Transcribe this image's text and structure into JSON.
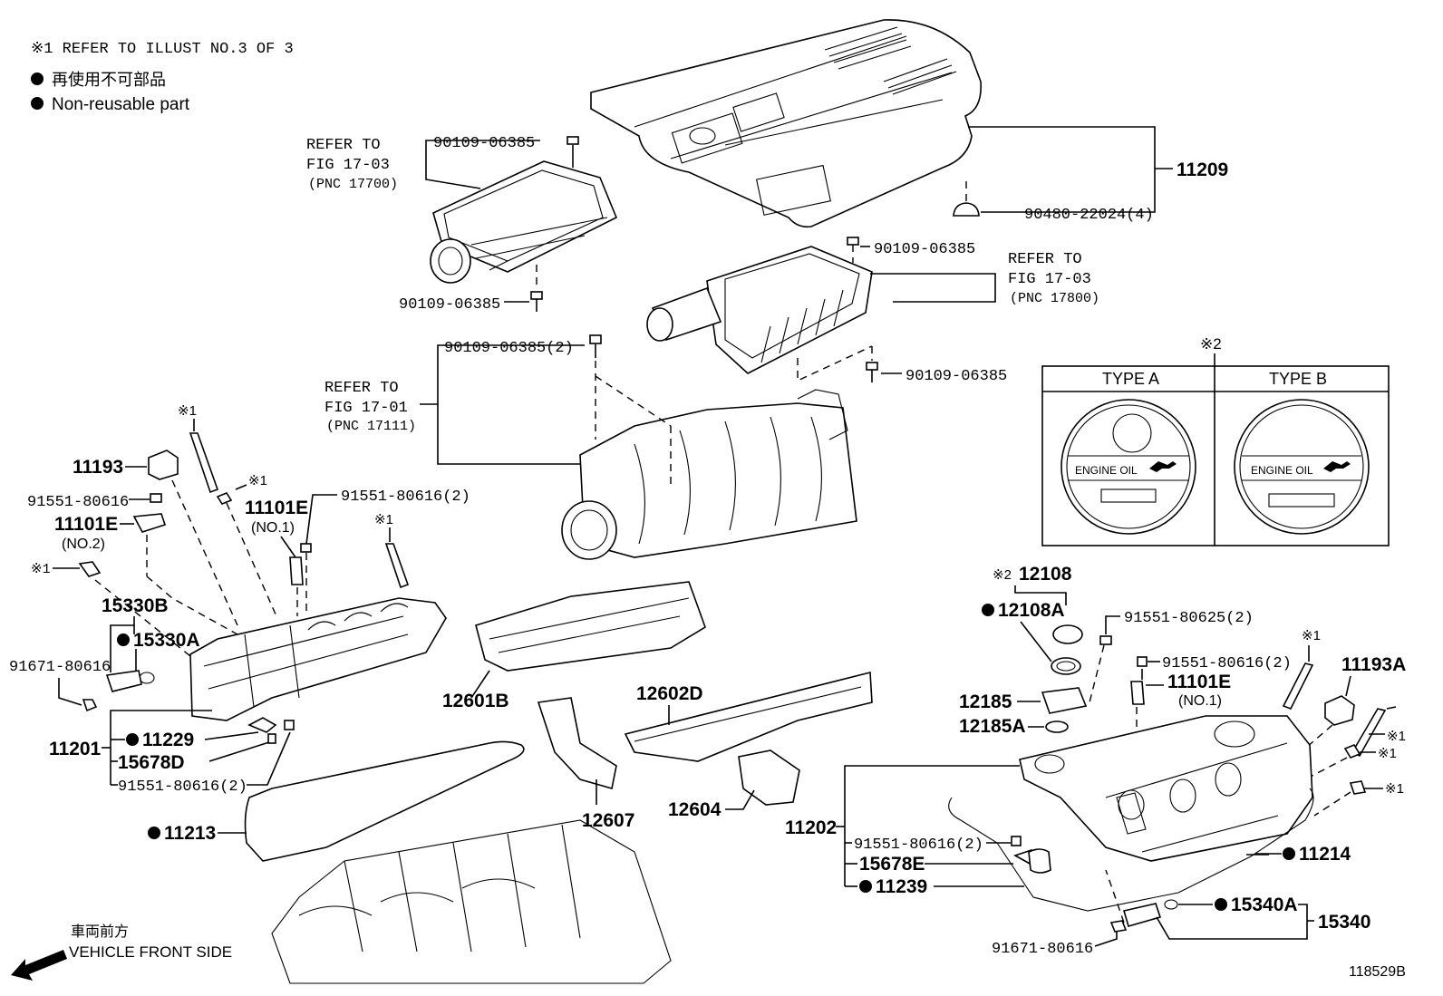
{
  "legend": {
    "refer_note": "※1 REFER TO ILLUST NO.3 OF 3",
    "nonreusable_jp": "再使用不可部品",
    "nonreusable_en": "Non-reusable part"
  },
  "refs": {
    "ref_a": [
      "REFER TO",
      "FIG 17-03",
      "(PNC 17700)"
    ],
    "ref_b": [
      "REFER TO",
      "FIG 17-03",
      "(PNC 17800)"
    ],
    "ref_c": [
      "REFER TO",
      "FIG 17-01",
      "(PNC 17111)"
    ]
  },
  "inset": {
    "mark": "※2",
    "type_a": "TYPE A",
    "type_b": "TYPE B",
    "engine_oil": "ENGINE OIL"
  },
  "parts": {
    "p11209": "11209",
    "p90480": "90480-22024(4)",
    "p90109_a": "90109-06385",
    "p90109_b": "90109-06385",
    "p90109_c": "90109-06385",
    "p90109_d": "90109-06385",
    "p90109_e": "90109-06385(2)",
    "p11193": "11193",
    "p91551_a": "91551-80616",
    "p11101E_l": "11101E",
    "p11101E_l_sub": "(NO.2)",
    "p11101E_m": "11101E",
    "p11101E_m_sub": "(NO.1)",
    "p91551_b": "91551-80616(2)",
    "p15330B": "15330B",
    "p15330A": "15330A",
    "p91671_a": "91671-80616",
    "p11201": "11201",
    "p11229": "11229",
    "p15678D": "15678D",
    "p91551_c": "91551-80616(2)",
    "p11213": "11213",
    "p12601B": "12601B",
    "p12602D": "12602D",
    "p12607": "12607",
    "p12604": "12604",
    "p12108_mark": "※2",
    "p12108": "12108",
    "p12108A": "12108A",
    "p91551_d": "91551-80625(2)",
    "p91551_e": "91551-80616(2)",
    "p11101E_r": "11101E",
    "p11101E_r_sub": "(NO.1)",
    "p11193A": "11193A",
    "p12185": "12185",
    "p12185A": "12185A",
    "p11202": "11202",
    "p91551_f": "91551-80616(2)",
    "p15678E": "15678E",
    "p11239": "11239",
    "p11214": "11214",
    "p15340A": "15340A",
    "p15340": "15340",
    "p91671_b": "91671-80616",
    "star1": "※1"
  },
  "footer": {
    "direction_jp": "車両前方",
    "direction_en": "VEHICLE FRONT SIDE",
    "figure_id": "118529B"
  }
}
